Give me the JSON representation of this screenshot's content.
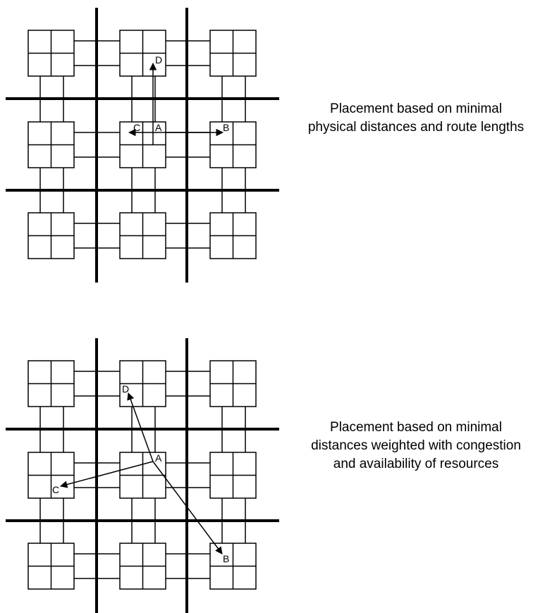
{
  "panels": [
    {
      "caption_lines": [
        "Placement based on minimal",
        "physical distances and route lengths"
      ],
      "nodes": {
        "A": "A",
        "B": "B",
        "C": "C",
        "D": "D"
      }
    },
    {
      "caption_lines": [
        "Placement based on minimal",
        "distances weighted with congestion",
        "and availability of resources"
      ],
      "nodes": {
        "A": "A",
        "B": "B",
        "C": "C",
        "D": "D"
      }
    }
  ],
  "colors": {
    "stroke": "#000000",
    "background": "#ffffff"
  }
}
